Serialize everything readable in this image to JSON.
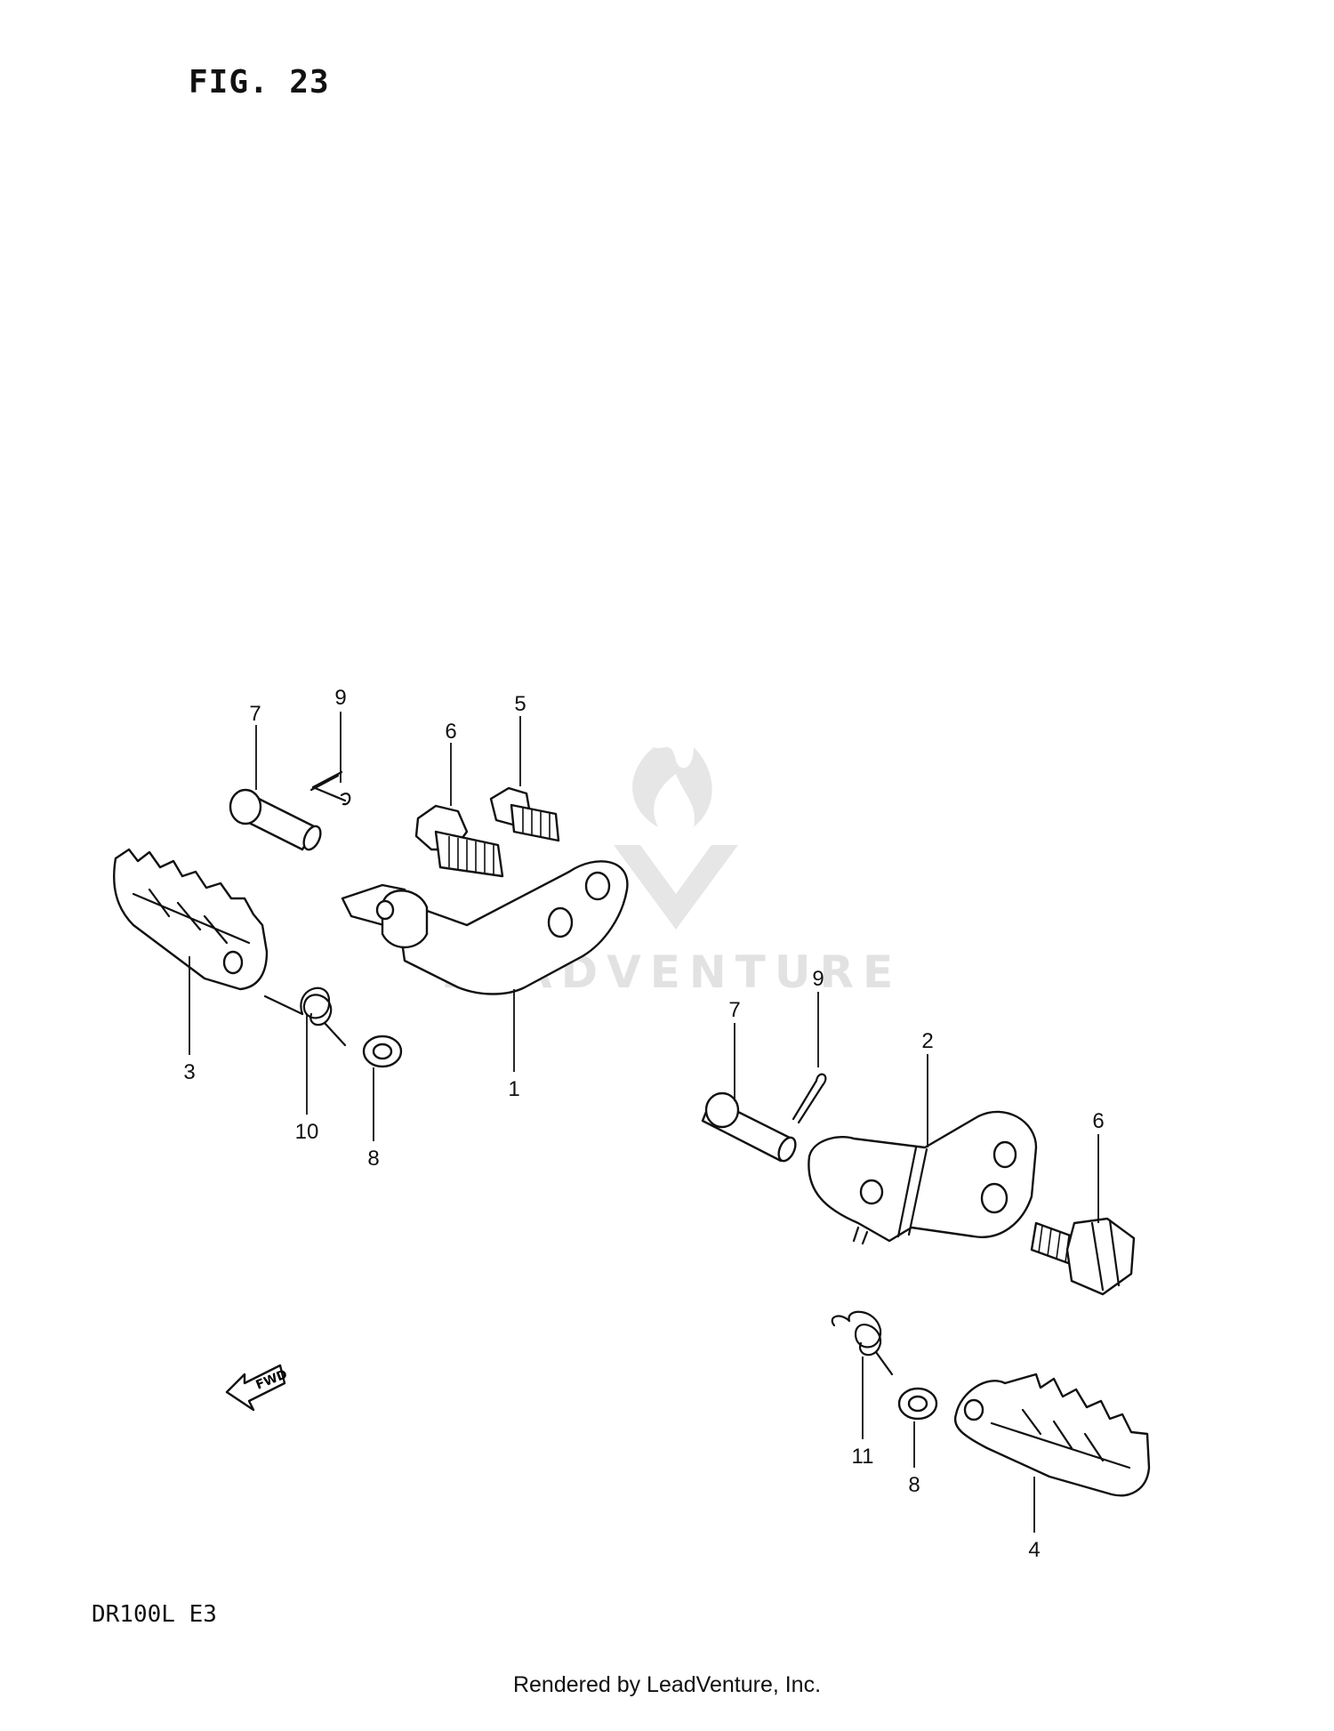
{
  "figure": {
    "title": "FIG. 23"
  },
  "model": {
    "code": "DR100L E3"
  },
  "footer": {
    "credit": "Rendered by LeadVenture, Inc."
  },
  "watermark": {
    "text": "LEADVENTURE"
  },
  "fwd_marker": {
    "text": "FWD"
  },
  "callouts": {
    "c1": "1",
    "c2": "2",
    "c3": "3",
    "c4": "4",
    "c5": "5",
    "c6a": "6",
    "c6b": "6",
    "c7a": "7",
    "c7b": "7",
    "c8a": "8",
    "c8b": "8",
    "c9a": "9",
    "c9b": "9",
    "c10": "10",
    "c11": "11"
  }
}
